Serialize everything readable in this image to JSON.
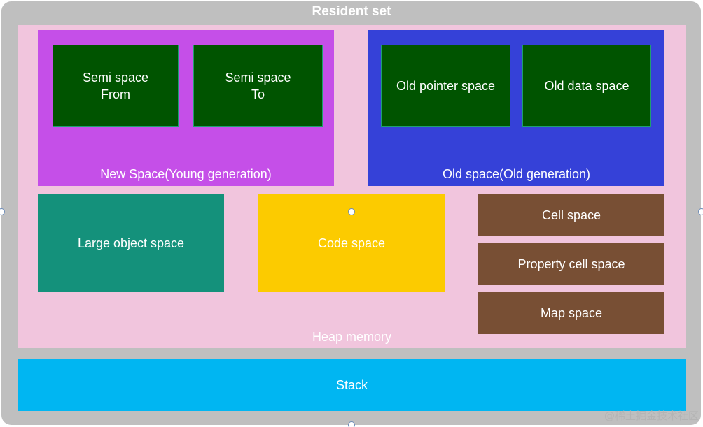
{
  "resident_set": {
    "label": "Resident set"
  },
  "heap": {
    "label": "Heap memory"
  },
  "new_space": {
    "label": "New Space(Young generation)",
    "semi_from": {
      "line1": "Semi space",
      "line2": "From"
    },
    "semi_to": {
      "line1": "Semi space",
      "line2": "To"
    }
  },
  "old_space": {
    "label": "Old space(Old generation)",
    "old_pointer": "Old pointer space",
    "old_data": "Old data space"
  },
  "large_object_space": "Large object space",
  "code_space": "Code space",
  "cell_space": "Cell space",
  "property_cell_space": "Property cell space",
  "map_space": "Map space",
  "stack": "Stack",
  "watermark": "@稀土掘金技术社区",
  "colors": {
    "resident_set": "#bfbfbf",
    "heap": "#f1c5dd",
    "new_space": "#c54fe8",
    "old_space": "#3541d8",
    "sub_space": "#005400",
    "large_object": "#14917b",
    "code": "#fccb00",
    "cell": "#784f34",
    "stack": "#00b6f2"
  }
}
